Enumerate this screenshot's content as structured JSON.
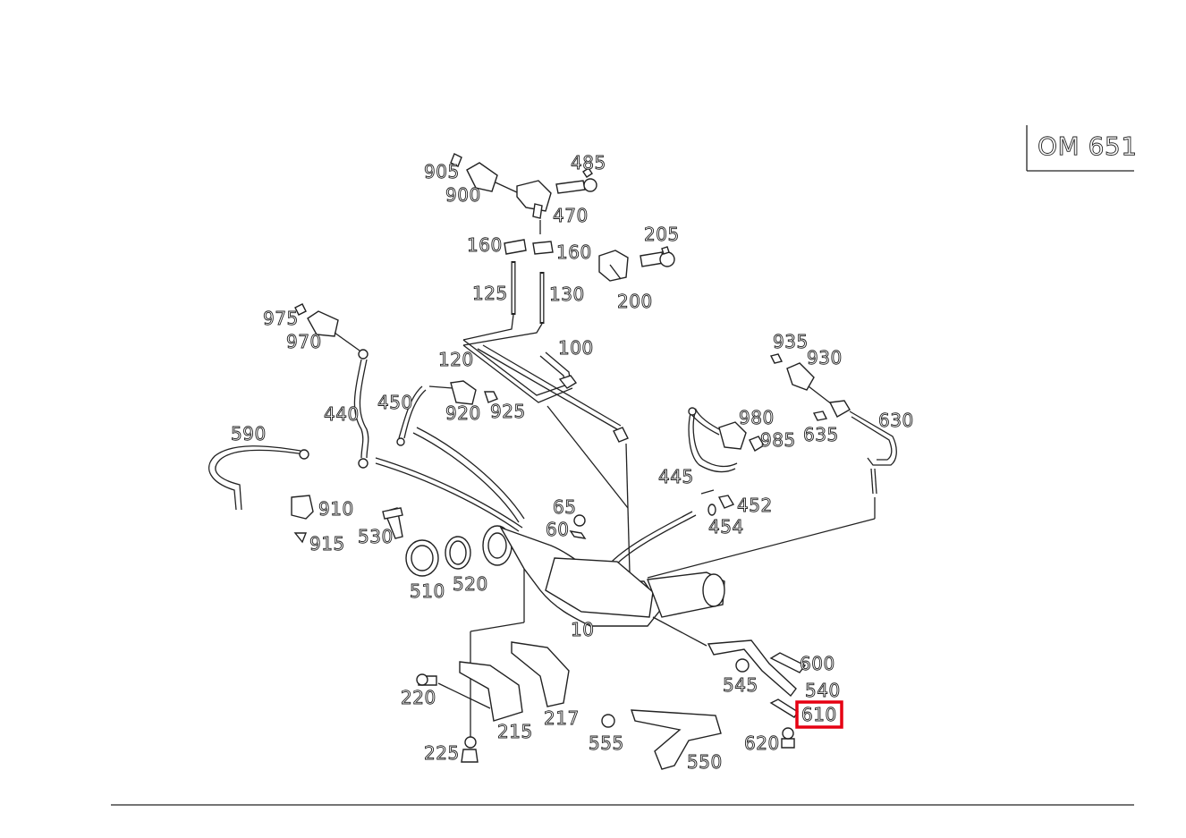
{
  "engine_label": "OM 651",
  "highlight_color": "#e60012",
  "highlighted_part": "610",
  "parts": {
    "p905": "905",
    "p900": "900",
    "p485": "485",
    "p470": "470",
    "p160a": "160",
    "p160b": "160",
    "p205": "205",
    "p200": "200",
    "p125": "125",
    "p130": "130",
    "p975": "975",
    "p970": "970",
    "p100": "100",
    "p120": "120",
    "p935": "935",
    "p930": "930",
    "p440": "440",
    "p450": "450",
    "p920": "920",
    "p925": "925",
    "p980": "980",
    "p985": "985",
    "p635": "635",
    "p630": "630",
    "p590": "590",
    "p445": "445",
    "p910": "910",
    "p65": "65",
    "p452": "452",
    "p530": "530",
    "p60": "60",
    "p454": "454",
    "p915": "915",
    "p510": "510",
    "p520": "520",
    "p10": "10",
    "p600": "600",
    "p545": "545",
    "p540": "540",
    "p220": "220",
    "p217": "217",
    "p215": "215",
    "p610": "610",
    "p555": "555",
    "p620": "620",
    "p225": "225",
    "p550": "550"
  }
}
